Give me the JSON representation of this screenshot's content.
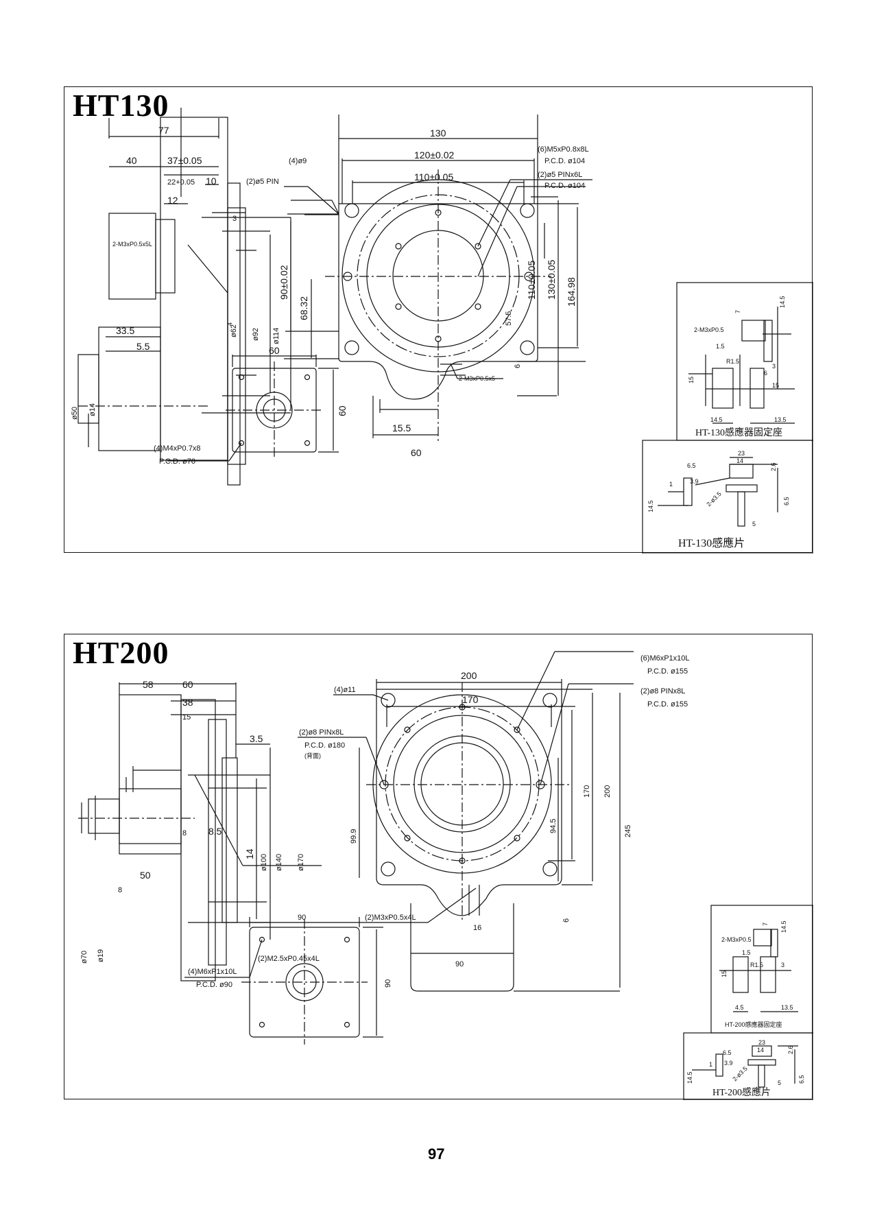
{
  "page_number": "97",
  "ht130": {
    "title": "HT130",
    "side": {
      "d77": "77",
      "d40": "40",
      "d37": "37±0.05",
      "d22": "22+0.05",
      "d10": "10",
      "d12": "12",
      "d3": "3",
      "tap": "2-M3xP0.5x5L",
      "d33_5": "33.5",
      "d5_5": "5.5",
      "d50": "ø50",
      "d14": "ø14",
      "d4": "4",
      "d62": "ø62",
      "d92": "ø92",
      "d114": "ø114"
    },
    "front": {
      "d130": "130",
      "d120": "120±0.02",
      "d110": "110±0.05",
      "h4": "(4)ø9",
      "pin2": "(2)ø5 PIN",
      "m5": "(6)M5xP0.8x8L",
      "pcd104": "P.C.D. ø104",
      "pin2b": "(2)ø5 PINx6L",
      "pcd104b": "P.C.D. ø104",
      "v90": "90±0.02",
      "v68": "68.32",
      "v110": "110±0.05",
      "v130": "130±0.05",
      "v164": "164.98",
      "v57": "57.5",
      "v6": "6",
      "tap2": "2-M3xP0.5x5",
      "d15_5": "15.5",
      "d60": "60"
    },
    "rear": {
      "d60a": "60",
      "d60b": "60",
      "m4": "(4)M4xP0.7x8",
      "pcd70": "P.C.D. ø70"
    },
    "sensor_mount": {
      "caption": "HT-130感應器固定座",
      "tap": "2-M3xP0.5",
      "d1_5": "1.5",
      "r1_5": "R1.5",
      "d15": "15",
      "d14_5a": "14.5",
      "d14_5b": "14.5",
      "d13_5": "13.5",
      "d7": "7",
      "d6": "6",
      "d3": "3",
      "d15b": "15"
    },
    "sensor_plate": {
      "caption": "HT-130感應片",
      "d23": "23",
      "d14": "14",
      "d6_5": "6.5",
      "d3_9": "3.9",
      "d1": "1",
      "d2_6": "2.6",
      "d14_5": "14.5",
      "hole": "2-ø3.5",
      "d6_5b": "6.5",
      "d5": "5"
    }
  },
  "ht200": {
    "title": "HT200",
    "side": {
      "d58": "58",
      "d60": "60",
      "d38": "38",
      "d15": "15",
      "d3_5": "3.5",
      "d8": "8",
      "d8_5": "8.5",
      "d14": "14",
      "d100": "ø100",
      "d140": "ø140",
      "d170": "ø170",
      "d50": "50",
      "d8b": "8",
      "d70": "ø70",
      "d19": "ø19",
      "m2_5": "(2)M2.5xP0.45x4L"
    },
    "front": {
      "d200": "200",
      "d170": "170",
      "h4": "(4)ø11",
      "m6": "(6)M6xP1x10L",
      "pcd155a": "P.C.D. ø155",
      "pin8": "(2)ø8 PINx8L",
      "pcd155b": "P.C.D. ø155",
      "pin8b": "(2)ø8 PINx8L",
      "pcd180": "P.C.D. ø180",
      "note": "(背面)",
      "v99": "99.9",
      "v94": "94.5",
      "v170": "170",
      "v200": "200",
      "v245": "245",
      "v6": "6",
      "m3": "(2)M3xP0.5x4L",
      "d16": "16",
      "d90": "90"
    },
    "rear": {
      "d90a": "90",
      "d90b": "90",
      "m6": "(4)M6xP1x10L",
      "pcd90": "P.C.D. ø90"
    },
    "sensor_mount": {
      "caption": "HT-200感應器固定座",
      "tap": "2-M3xP0.5",
      "d1_5": "1.5",
      "r1_5": "R1.5",
      "d15": "15",
      "d14_5": "14.5",
      "d4_5": "4.5",
      "d13_5": "13.5",
      "d7": "7",
      "d3": "3"
    },
    "sensor_plate": {
      "caption": "HT-200感應片",
      "d23": "23",
      "d14": "14",
      "d6_5": "6.5",
      "d3_9": "3.9",
      "d1": "1",
      "d2_6": "2.6",
      "d14_5": "14.5",
      "hole": "2-ø3.5",
      "d6_5b": "6.5",
      "d5": "5"
    }
  }
}
